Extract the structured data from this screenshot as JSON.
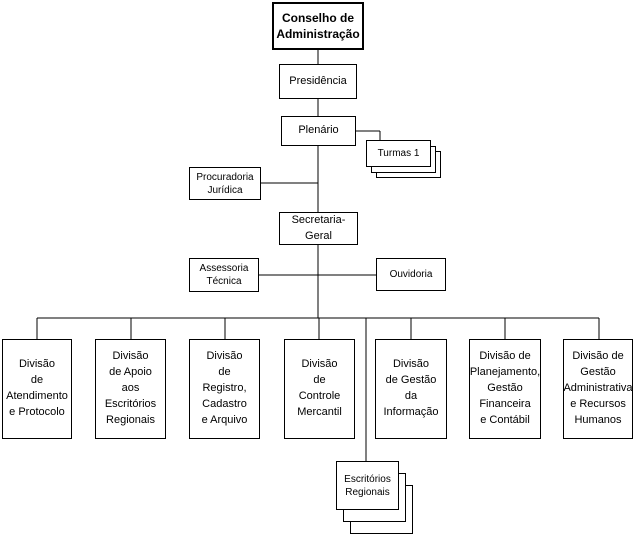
{
  "diagram": {
    "top": "Conselho de\nAdministração",
    "presidencia": "Presidência",
    "plenario": "Plenário",
    "turmas": "Turmas 1",
    "procuradoria": "Procuradoria\nJurídica",
    "secretaria": "Secretaria-Geral",
    "assessoria": "Assessoria\nTécnica",
    "ouvidoria": "Ouvidoria",
    "divisions": [
      "Divisão\nde\nAtendimento\ne Protocolo",
      "Divisão\nde Apoio\naos\nEscritórios\nRegionais",
      "Divisão\nde\nRegistro,\nCadastro\ne Arquivo",
      "Divisão\nde\nControle\nMercantil",
      "Divisão\nde Gestão\nda\nInformação",
      "Divisão de\nPlanejamento,\nGestão\nFinanceira\ne Contábil",
      "Divisão de\nGestão\nAdministrativa\ne Recursos\nHumanos"
    ],
    "escritorios": "Escritórios\nRegionais"
  }
}
